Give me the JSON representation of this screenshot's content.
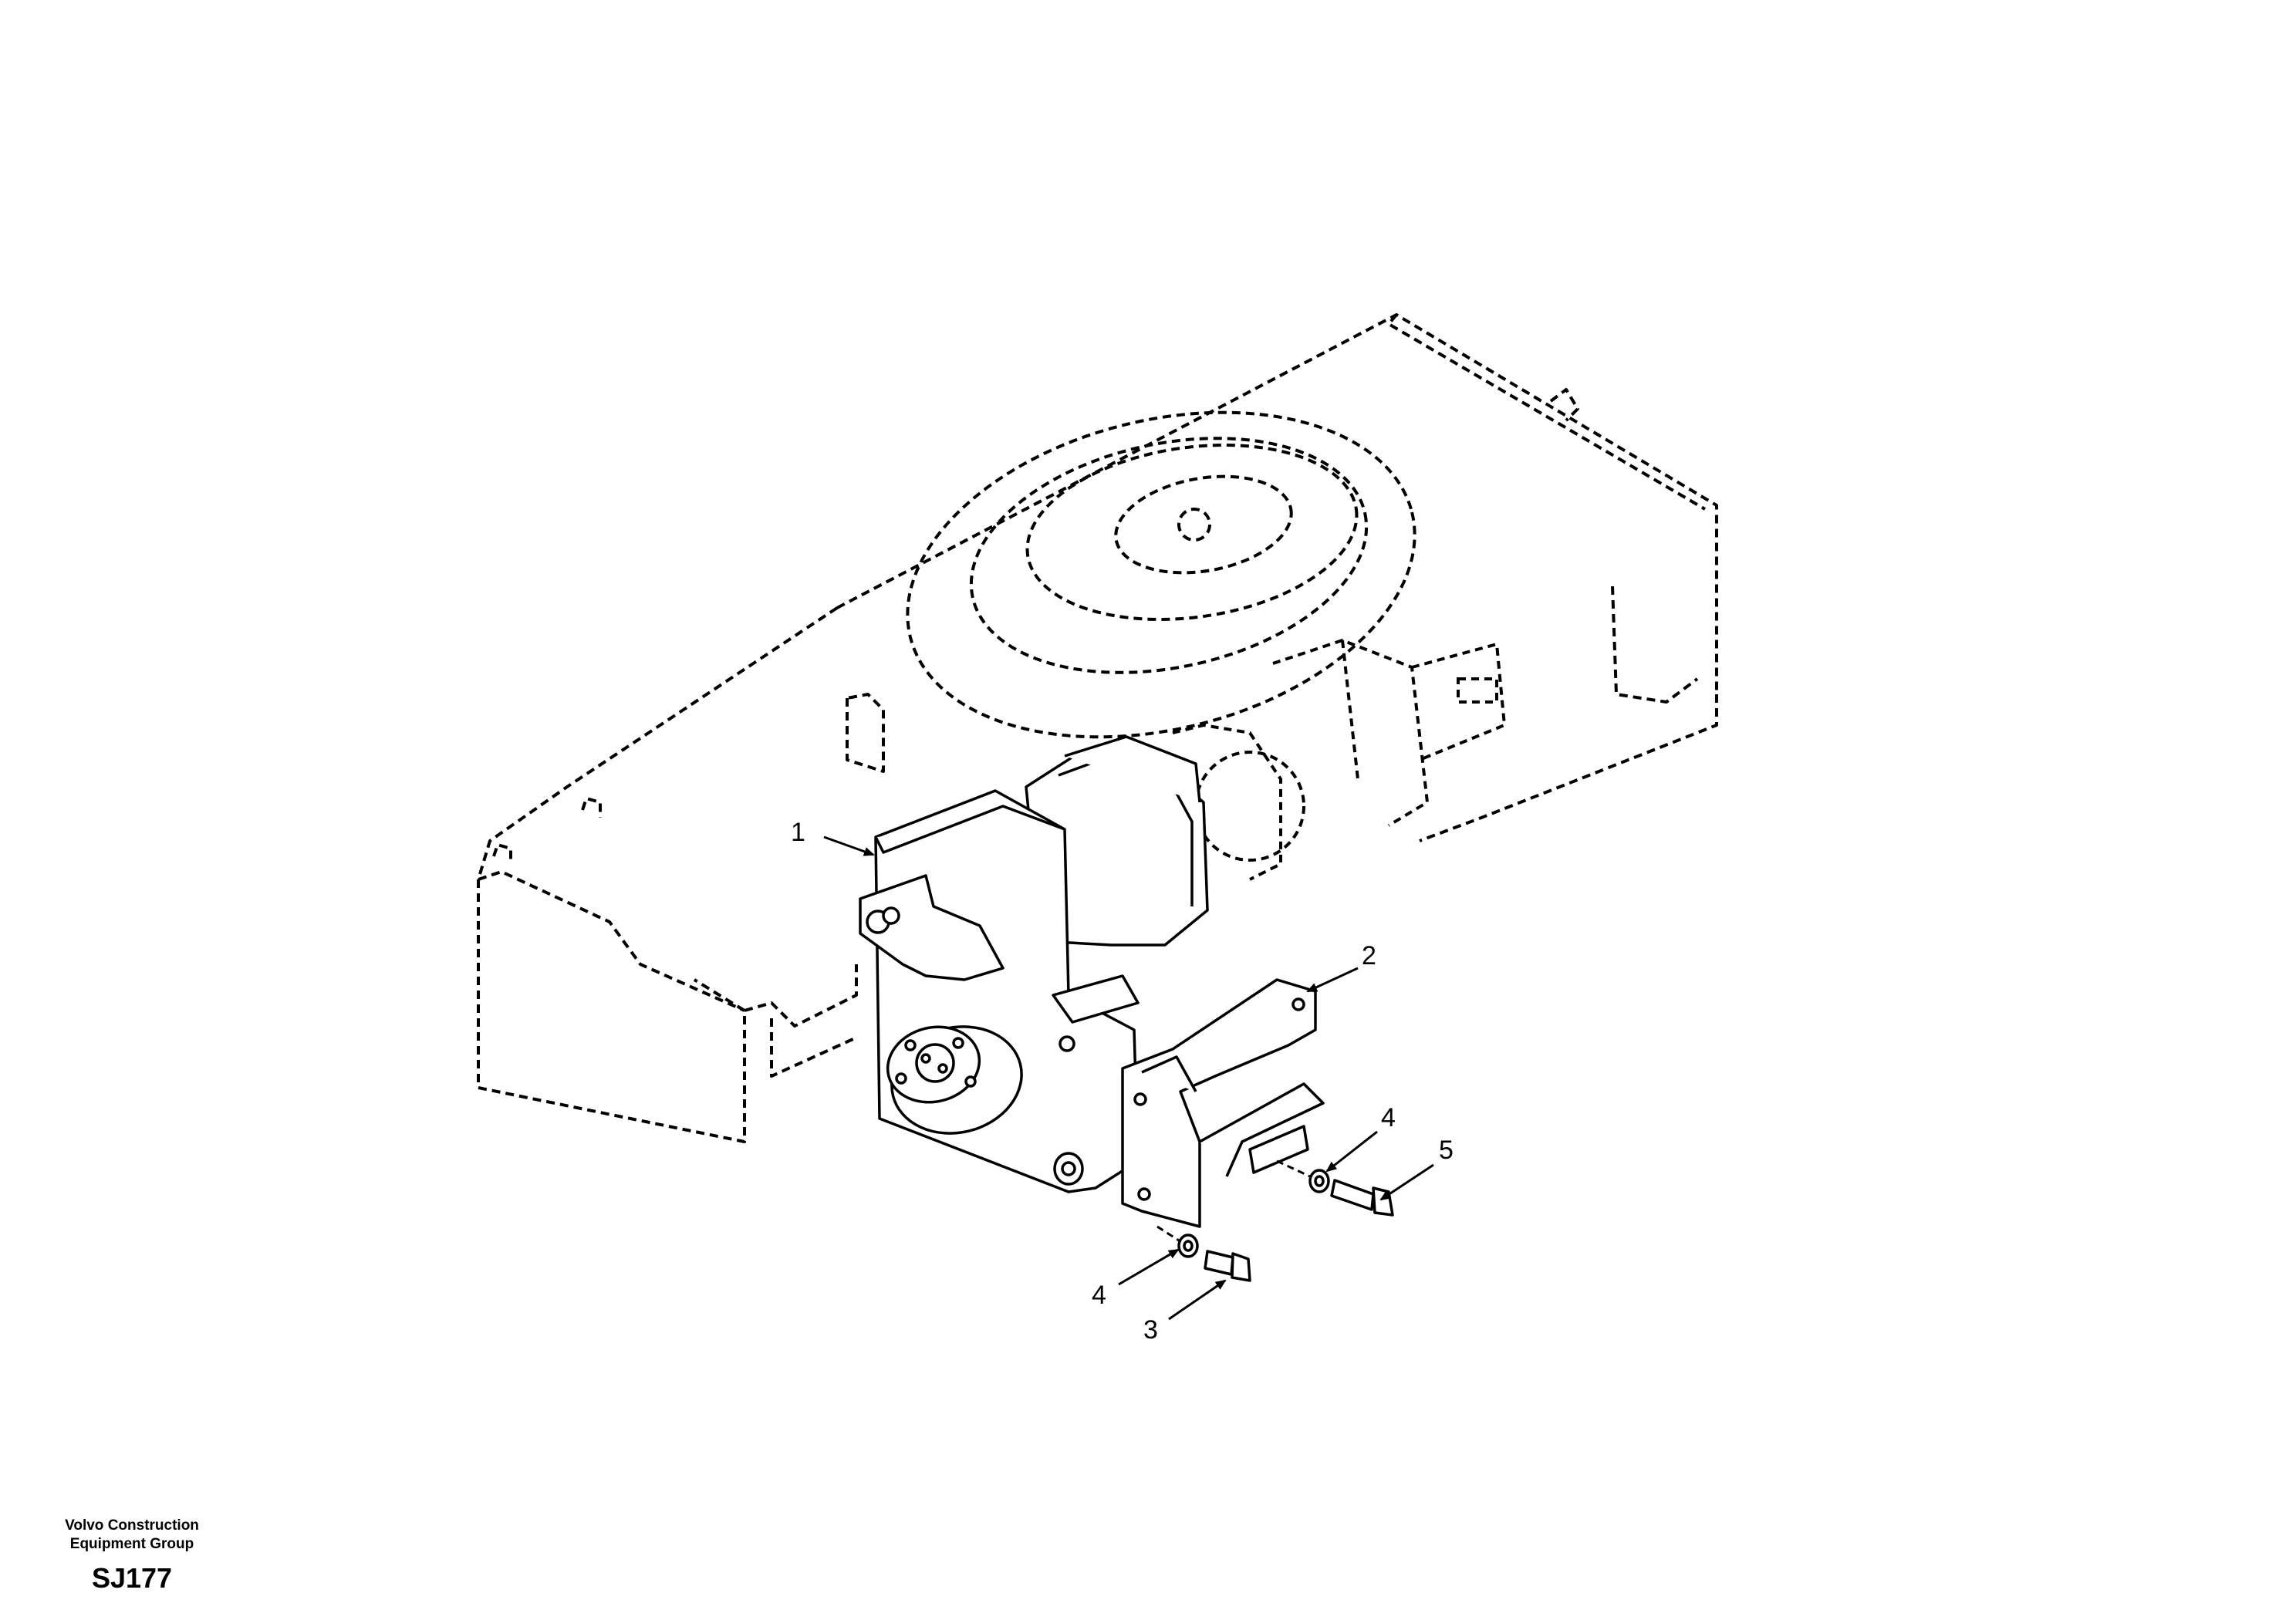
{
  "callouts": [
    {
      "id": "1",
      "label": "1"
    },
    {
      "id": "2",
      "label": "2"
    },
    {
      "id": "4a",
      "label": "4"
    },
    {
      "id": "5",
      "label": "5"
    },
    {
      "id": "4b",
      "label": "4"
    },
    {
      "id": "3",
      "label": "3"
    }
  ],
  "footer": {
    "company_line1": "Volvo Construction",
    "company_line2": "Equipment Group",
    "code": "SJ177"
  }
}
